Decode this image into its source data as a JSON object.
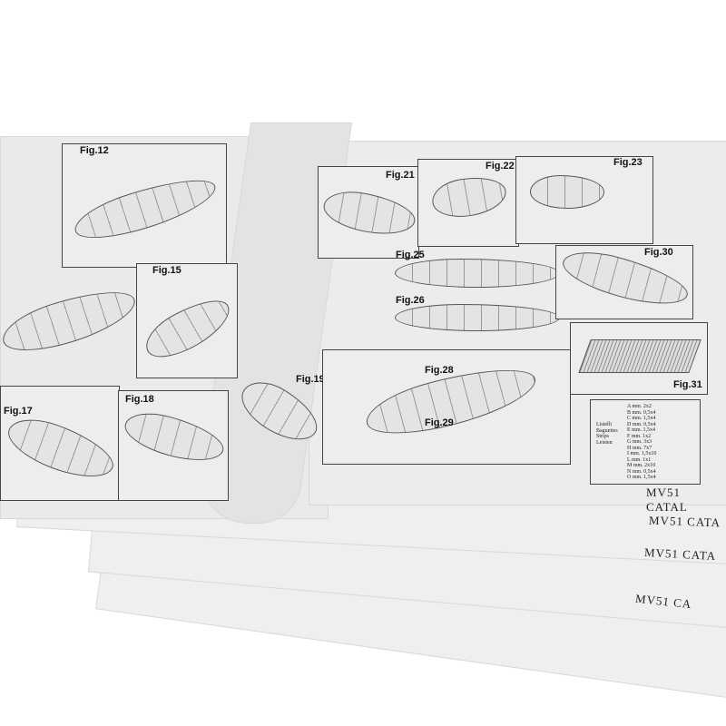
{
  "figures": [
    "Fig.12",
    "Fig.15",
    "Fig.17",
    "Fig.18",
    "Fig.19",
    "Fig.21",
    "Fig.22",
    "Fig.23",
    "Fig.25",
    "Fig.26",
    "Fig.28",
    "Fig.29",
    "Fig.30",
    "Fig.31"
  ],
  "legend": {
    "names": [
      "Listelli",
      "Baguettes",
      "Strips",
      "Leisten"
    ],
    "rows": [
      "A mm. 2x2",
      "B mm. 0,5x4",
      "C mm. 1,5x4",
      "D mm. 0,5x4",
      "E mm. 1,5x4",
      "F mm. 1x2",
      "G mm. 3x3",
      "H mm. 7x7",
      "I mm. 1,5x10",
      "L mm. 1x1",
      "M mm. 2x10",
      "N mm. 0,5x4",
      "O mm. 1,5x4"
    ]
  },
  "footers": [
    "MV51 CATAL",
    "MV51 CATA",
    "MV51 CATA",
    "MV51 CA"
  ]
}
